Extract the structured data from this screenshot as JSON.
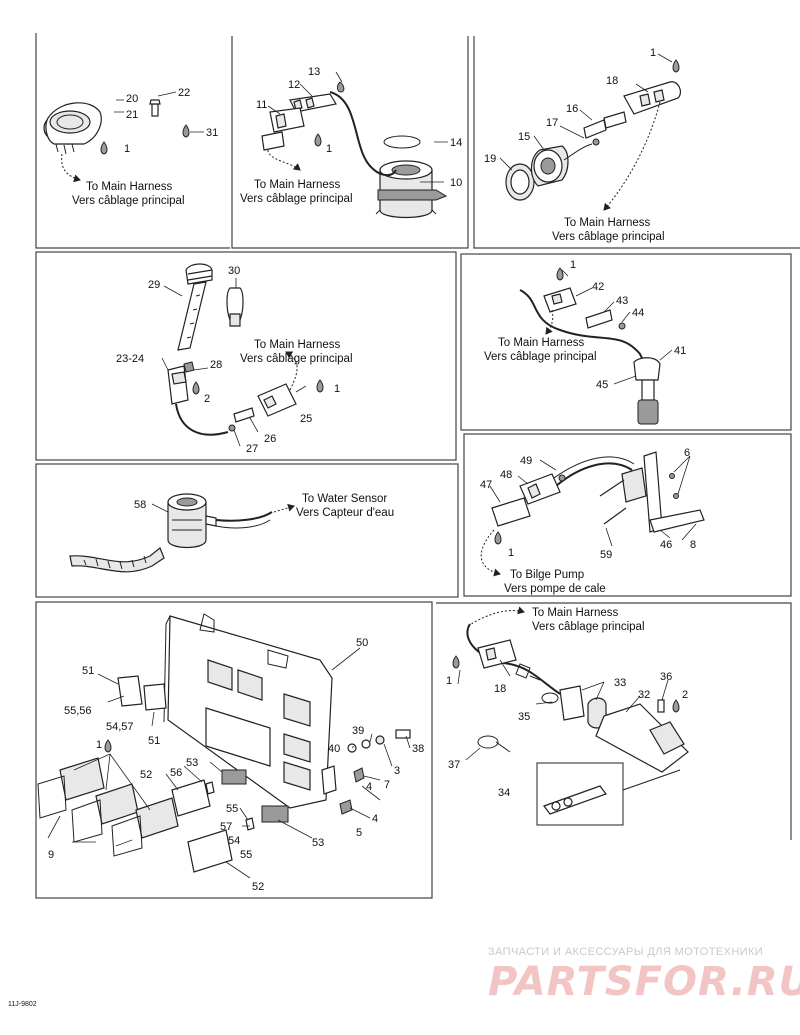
{
  "captions": {
    "main_harness_en": "To Main Harness",
    "main_harness_fr": "Vers câblage principal",
    "water_sensor_en": "To Water Sensor",
    "water_sensor_fr": "Vers Capteur d'eau",
    "bilge_pump_en": "To Bilge Pump",
    "bilge_pump_fr": "Vers pompe de cale"
  },
  "panels": [
    {
      "id": "p1",
      "callouts": [
        "20",
        "21",
        "22",
        "31",
        "1"
      ]
    },
    {
      "id": "p2",
      "callouts": [
        "13",
        "12",
        "11",
        "1",
        "14",
        "10"
      ]
    },
    {
      "id": "p3",
      "callouts": [
        "1",
        "18",
        "16",
        "17",
        "15",
        "19"
      ]
    },
    {
      "id": "p4",
      "callouts": [
        "29",
        "30",
        "23-24",
        "28",
        "2",
        "1",
        "25",
        "26",
        "27"
      ]
    },
    {
      "id": "p5",
      "callouts": [
        "1",
        "42",
        "43",
        "44",
        "41",
        "45"
      ]
    },
    {
      "id": "p6",
      "callouts": [
        "58"
      ]
    },
    {
      "id": "p7",
      "callouts": [
        "49",
        "48",
        "47",
        "6",
        "1",
        "59",
        "46",
        "8"
      ]
    },
    {
      "id": "p8",
      "callouts": [
        "50",
        "51",
        "55,56",
        "54,57",
        "51",
        "1",
        "52",
        "56",
        "53",
        "55",
        "57",
        "54",
        "55",
        "53",
        "52",
        "9",
        "39",
        "40",
        "38",
        "3",
        "4",
        "7",
        "4",
        "5"
      ]
    },
    {
      "id": "p9",
      "callouts": [
        "1",
        "18",
        "33",
        "36",
        "32",
        "2",
        "35",
        "37",
        "34"
      ]
    }
  ],
  "drawing_code": "11J-9802",
  "watermark": {
    "line1": "ЗАПЧАСТИ И АКСЕССУАРЫ ДЛЯ МОТОТЕХНИКИ",
    "line2": "PARTSFOR.RU"
  },
  "colors": {
    "line": "#222222",
    "panel_border": "#444444",
    "watermark_red": "#f2c4c4",
    "watermark_grey": "#c9c9c9"
  }
}
